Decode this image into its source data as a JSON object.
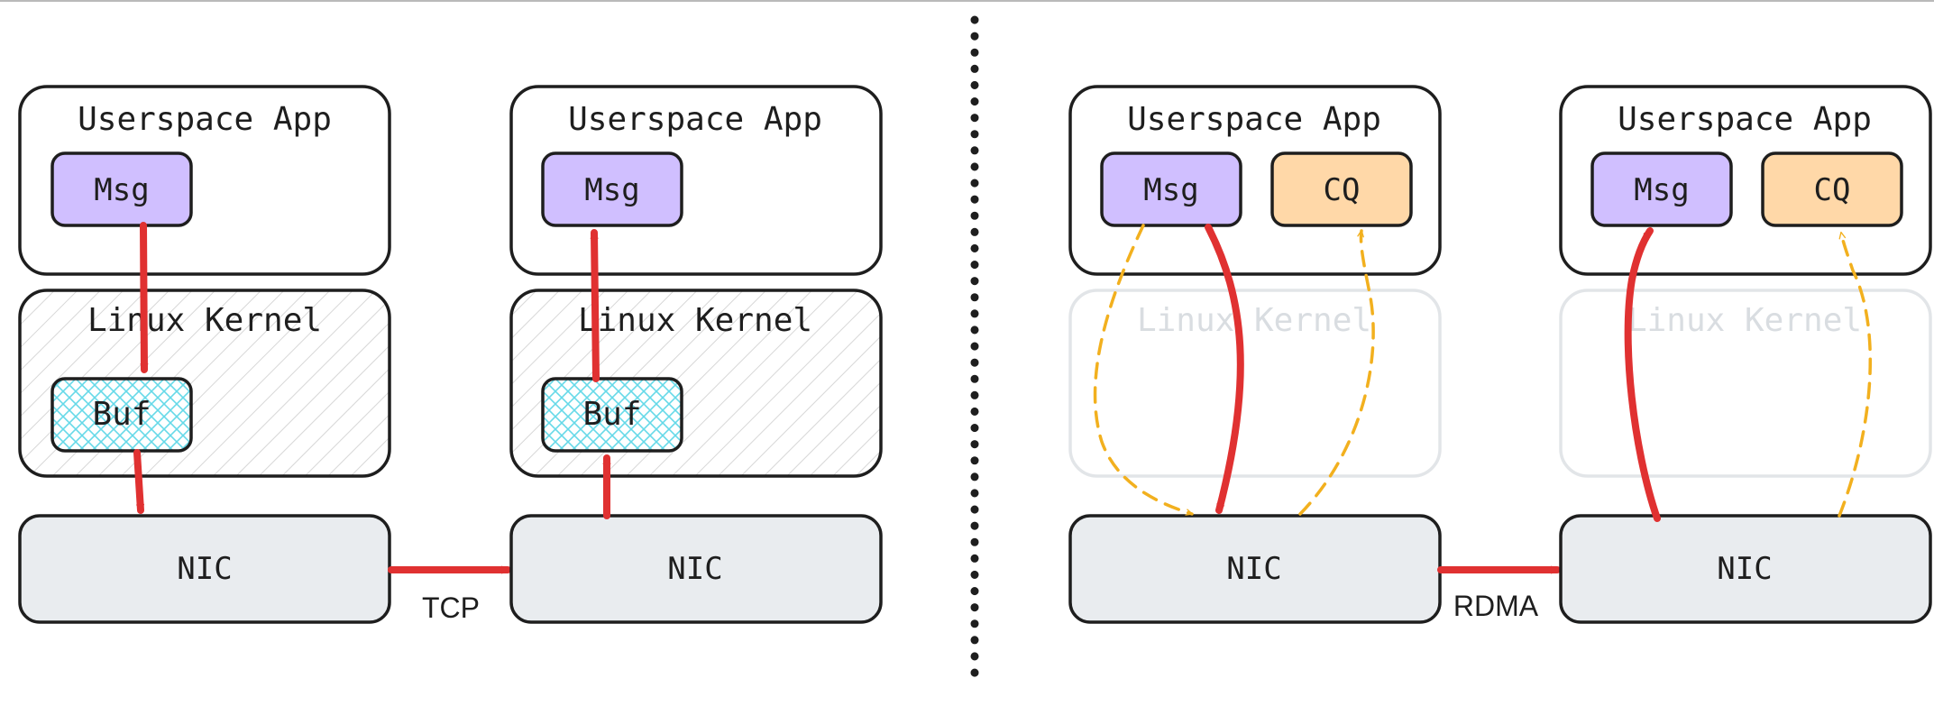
{
  "colors": {
    "stroke": "#1e1e1e",
    "msg_fill": "#d0bfff",
    "cq_fill": "#ffd8a8",
    "nic_fill": "#e9ecef",
    "buf_hatch": "#66d9e8",
    "kernel_hatch": "#d7d7d7",
    "data_arrow": "#e03131",
    "completion_arrow": "#f2b01e",
    "faded": "#e2e5e8",
    "faded_text": "#d9dde1"
  },
  "tcp": {
    "sender": {
      "app_title": "Userspace App",
      "msg_label": "Msg",
      "kernel_title": "Linux Kernel",
      "buf_label": "Buf",
      "nic_label": "NIC"
    },
    "receiver": {
      "app_title": "Userspace App",
      "msg_label": "Msg",
      "kernel_title": "Linux Kernel",
      "buf_label": "Buf",
      "nic_label": "NIC"
    },
    "link_label": "TCP"
  },
  "rdma": {
    "sender": {
      "app_title": "Userspace App",
      "msg_label": "Msg",
      "cq_label": "CQ",
      "kernel_title": "Linux Kernel",
      "nic_label": "NIC"
    },
    "receiver": {
      "app_title": "Userspace App",
      "msg_label": "Msg",
      "cq_label": "CQ",
      "kernel_title": "Linux Kernel",
      "nic_label": "NIC"
    },
    "link_label": "RDMA"
  }
}
